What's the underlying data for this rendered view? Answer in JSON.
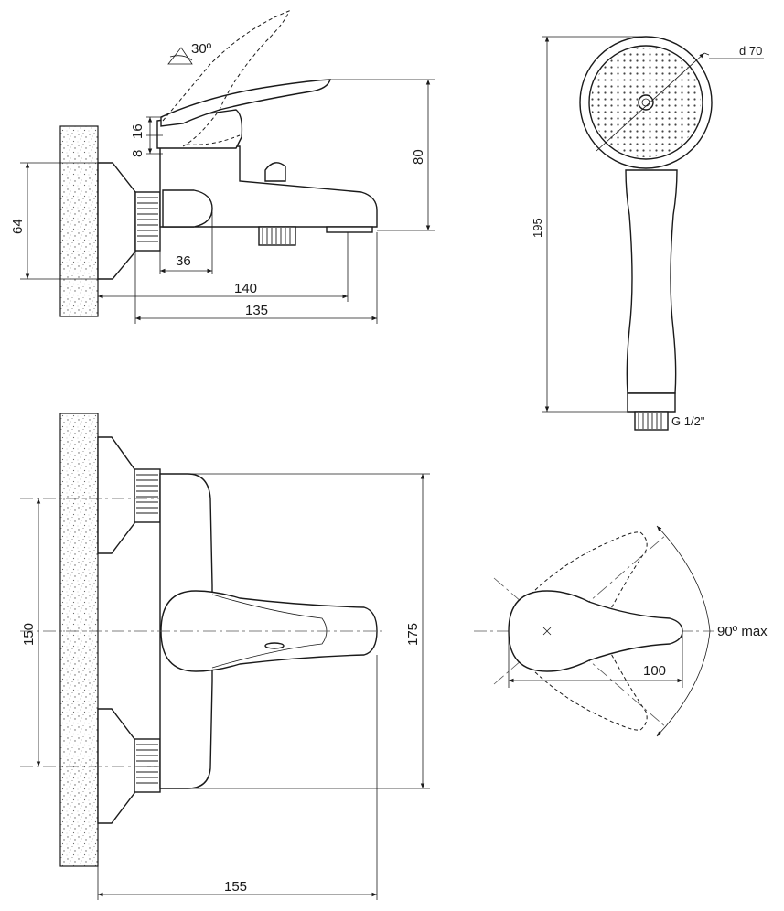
{
  "side_view": {
    "lever_angle": "30º",
    "lever_height": "8",
    "lever_offset": "16",
    "wall_height": "64",
    "total_height": "80",
    "body_depth": "36",
    "spout_length": "140",
    "outlet_length": "135"
  },
  "hand_shower": {
    "head_diameter": "d 70",
    "length": "195",
    "thread": "G 1/2\""
  },
  "front_view": {
    "connection_spacing": "150",
    "body_height": "175",
    "projection": "155"
  },
  "lever_top_view": {
    "rotation": "90º max",
    "lever_length": "100"
  }
}
